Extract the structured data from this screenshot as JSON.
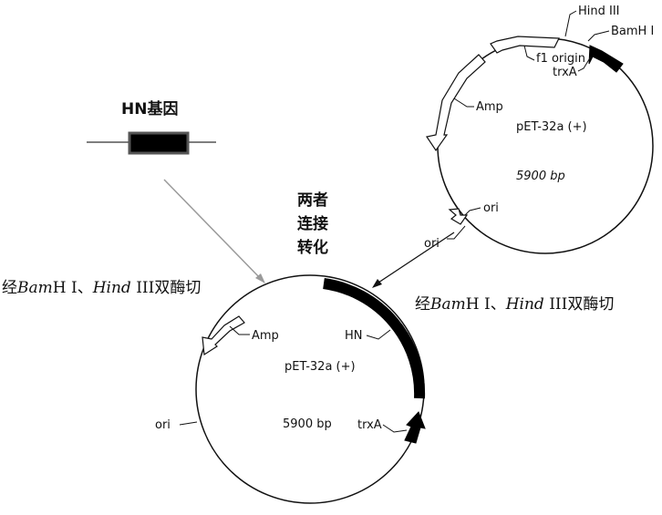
{
  "gene": {
    "title": "HN基因"
  },
  "steps": {
    "combine_line1": "两者",
    "combine_line2": "连接",
    "combine_line3": "转化",
    "digest_left": {
      "prefix": "经",
      "enzyme1": "Bam",
      "enzyme1_suffix": "H I",
      "sep": "、",
      "enzyme2": "Hind",
      "enzyme2_suffix": " III双酶切"
    },
    "digest_right": {
      "prefix": "经",
      "enzyme1": "Bam",
      "enzyme1_suffix": "H I",
      "sep": "、",
      "enzyme2": "Hind",
      "enzyme2_suffix": " III双酶切"
    }
  },
  "vector": {
    "name": "pET-32a (+)",
    "size": "5900 bp",
    "features": {
      "hind": "Hind III",
      "bam": "BamH I",
      "f1": "f1 origin",
      "trxa": "trxA",
      "amp": "Amp",
      "ori_inner": "ori",
      "ori_outer": "ori"
    }
  },
  "recombinant": {
    "name": "pET-32a (+)",
    "size": "5900 bp",
    "features": {
      "amp": "Amp",
      "hn": "HN",
      "trxa": "trxA",
      "ori": "ori"
    }
  },
  "colors": {
    "line": "#111111",
    "arrow": "#9a9a9a",
    "fill_dark": "#000000"
  }
}
